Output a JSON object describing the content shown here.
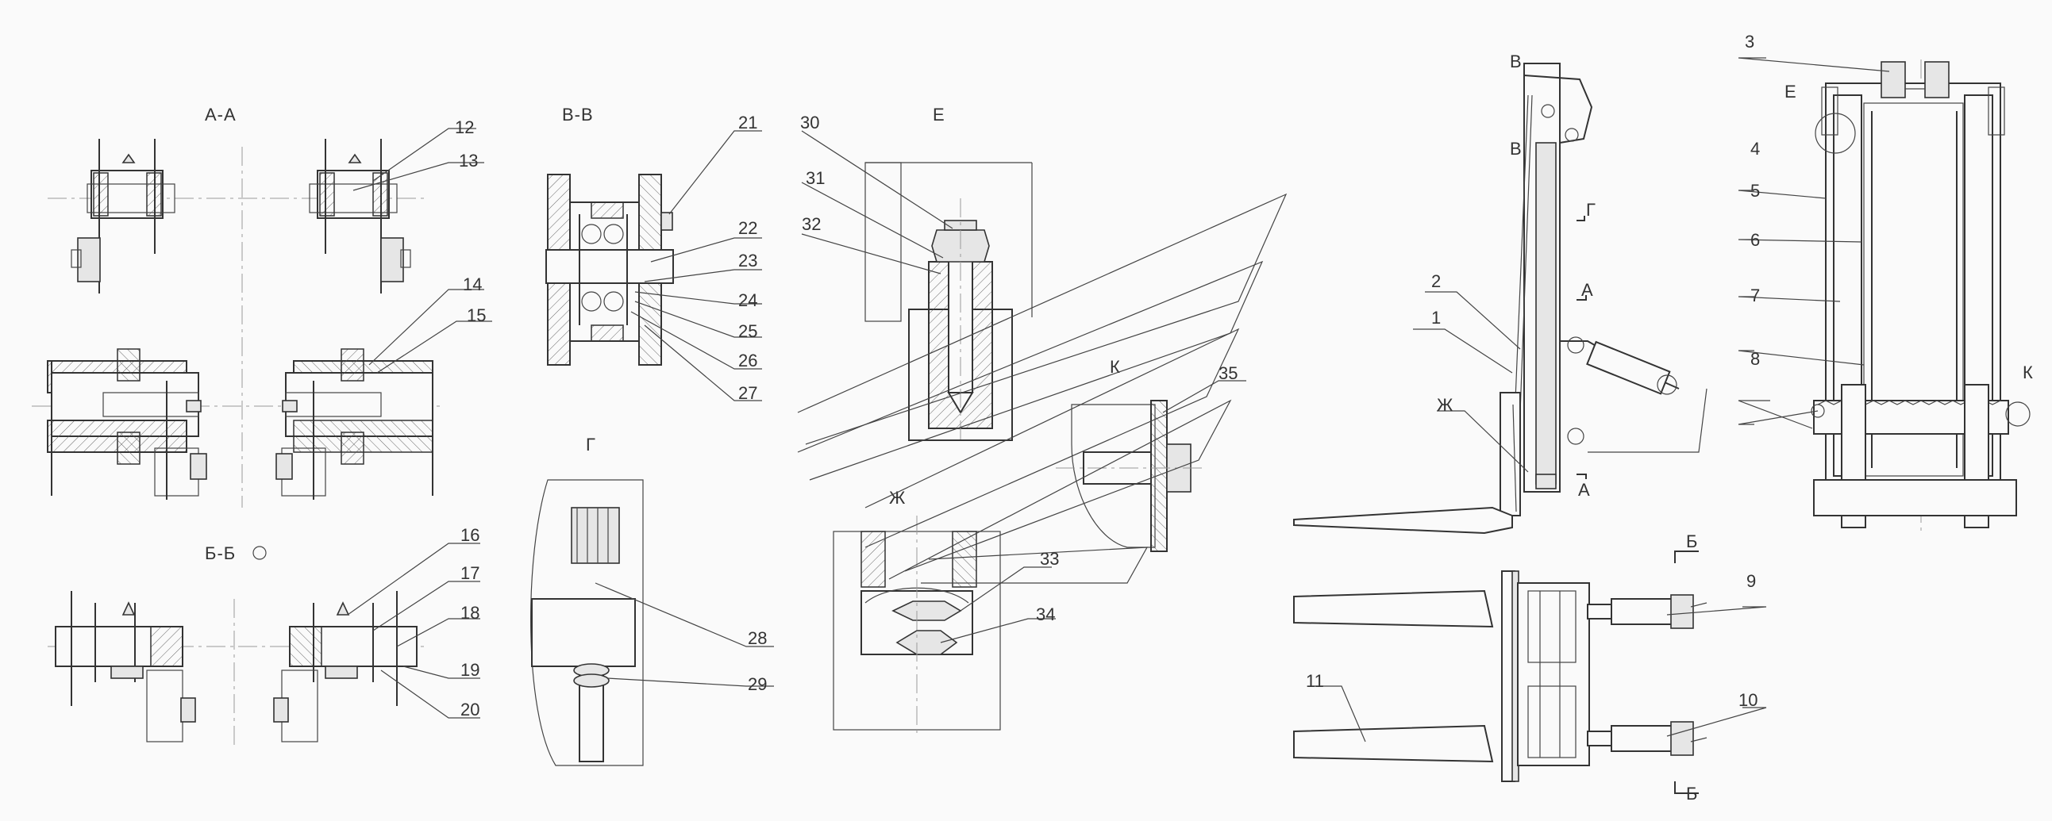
{
  "views": {
    "aa": "А-А",
    "vv": "В-В",
    "e": "Е",
    "bb": "Б-Б",
    "g": "Г",
    "k": "К",
    "zh": "Ж"
  },
  "marks": {
    "v1": "В",
    "v2": "В",
    "g": "Г",
    "a1": "А",
    "a2": "А",
    "b1": "Б",
    "b2": "Б",
    "zh": "Ж",
    "e": "Е",
    "k": "К"
  },
  "positions": [
    "1",
    "2",
    "3",
    "4",
    "5",
    "6",
    "7",
    "8",
    "9",
    "10",
    "11",
    "12",
    "13",
    "14",
    "15",
    "16",
    "17",
    "18",
    "19",
    "20",
    "21",
    "22",
    "23",
    "24",
    "25",
    "26",
    "27",
    "28",
    "29",
    "30",
    "31",
    "32",
    "33",
    "34",
    "35"
  ]
}
